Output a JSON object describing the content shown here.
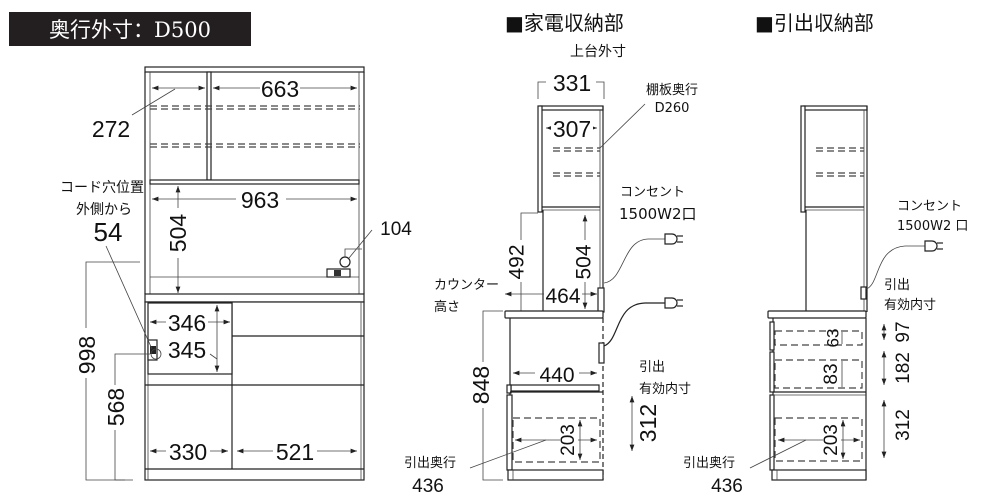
{
  "header": {
    "title": "奥行外寸：D500",
    "bg_color": "#231f20",
    "text_color": "#ffffff"
  },
  "front_view": {
    "dims": {
      "upper_right_width": "663",
      "upper_left_width": "272",
      "inner_width": "963",
      "clearance_height": "504",
      "outlet_offset": "104",
      "microwave_width": "346",
      "microwave_height": "345",
      "total_counter_height": "998",
      "cord_hole_height": "568",
      "left_door_width": "330",
      "right_drawer_width": "521"
    },
    "cord_hole_label": [
      "コード穴位置",
      "外側から"
    ],
    "cord_hole_value": "54"
  },
  "appliance_section": {
    "title": "■家電収納部",
    "upper_label": "上台外寸",
    "dims": {
      "upper_depth": "331",
      "upper_inner_depth": "307",
      "gap": "492",
      "clearance": "504",
      "counter_depth": "464",
      "counter_height": "848",
      "inner_depth": "440",
      "drawer_inner_height": "203",
      "drawer_effective": "312"
    },
    "shelf_label": [
      "棚板奥行",
      "D260"
    ],
    "outlet_label": [
      "コンセント",
      "1500W2口"
    ],
    "counter_label": [
      "カウンター",
      "高さ"
    ],
    "drawer_label": [
      "引出",
      "有効内寸"
    ],
    "drawer_depth_label": [
      "引出奥行",
      "436"
    ]
  },
  "drawer_section": {
    "title": "■引出収納部",
    "outlet_label": [
      "コンセント",
      "1500W2 口"
    ],
    "drawer_label": [
      "引出",
      "有効内寸"
    ],
    "dims": {
      "d1_inner": "63",
      "d1_eff": "97",
      "d2_inner": "83",
      "d2_eff": "182",
      "d3_inner": "203",
      "d3_eff": "312"
    },
    "drawer_depth_label": [
      "引出奥行",
      "436"
    ]
  }
}
